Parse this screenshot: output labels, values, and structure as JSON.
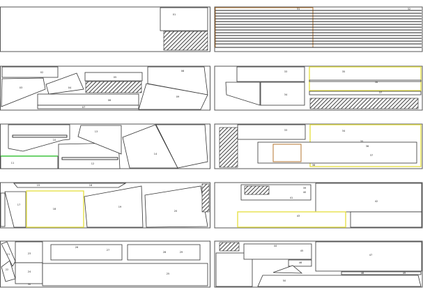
{
  "title": "Nesting sheet layouts",
  "sheets": [
    {
      "id": "sheet-1",
      "labels": [
        "01"
      ]
    },
    {
      "id": "sheet-2",
      "labels": [
        "02",
        "03",
        "04",
        "05",
        "06",
        "07",
        "08",
        "09"
      ]
    },
    {
      "id": "sheet-3",
      "labels": [
        "10",
        "11",
        "12",
        "13",
        "14"
      ]
    },
    {
      "id": "sheet-4",
      "labels": [
        "15",
        "16",
        "17",
        "18",
        "19",
        "20"
      ]
    },
    {
      "id": "sheet-5",
      "labels": [
        "21",
        "22",
        "23",
        "24",
        "25",
        "26",
        "27",
        "28",
        "29",
        "30"
      ]
    },
    {
      "id": "sheet-6",
      "labels": [
        "31",
        "32"
      ]
    },
    {
      "id": "sheet-7",
      "labels": [
        "33",
        "34",
        "35",
        "36",
        "37"
      ]
    },
    {
      "id": "sheet-8",
      "labels": [
        "33",
        "34",
        "35",
        "36",
        "37",
        "38"
      ]
    },
    {
      "id": "sheet-9",
      "labels": [
        "39",
        "40",
        "41",
        "42",
        "43"
      ]
    },
    {
      "id": "sheet-10",
      "labels": [
        "44",
        "45",
        "46",
        "47",
        "48",
        "49",
        "50"
      ]
    }
  ]
}
